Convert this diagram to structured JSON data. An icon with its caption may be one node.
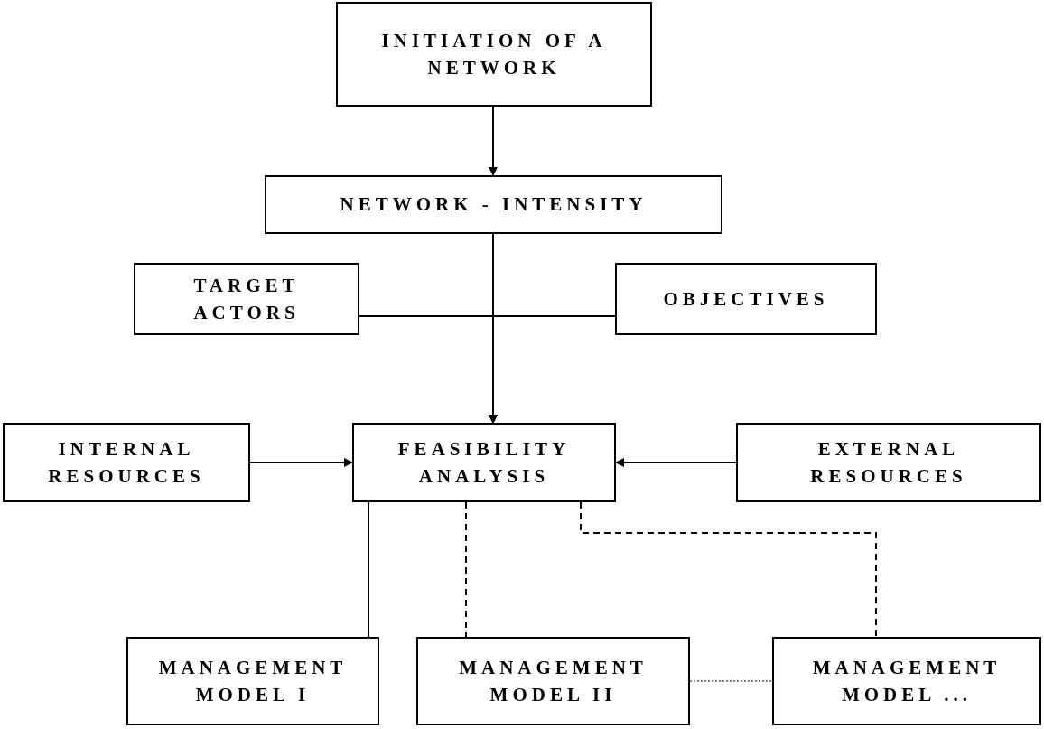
{
  "diagram": {
    "nodes": [
      {
        "text": [
          "INITIATION OF A NETWORK"
        ]
      },
      {
        "text": [
          "NETWORK - INTENSITY"
        ]
      },
      {
        "text": [
          "TARGET ACTORS"
        ]
      },
      {
        "text": [
          "OBJECTIVES"
        ]
      },
      {
        "text": [
          "INTERNAL RESOURCES"
        ]
      },
      {
        "text": [
          "FEASIBILITY ANALYSIS"
        ]
      },
      {
        "text": [
          "EXTERNAL RESOURCES"
        ]
      },
      {
        "text": [
          "MANAGEMENT MODEL I"
        ]
      },
      {
        "text": [
          "MANAGEMENT MODEL II"
        ]
      },
      {
        "text": [
          "MANAGEMENT MODEL ..."
        ]
      }
    ],
    "edges": [
      {
        "from": 0,
        "to": 1,
        "arrow": "to"
      },
      {
        "from": 1,
        "to": 5,
        "arrow": "to"
      },
      {
        "from": 2,
        "to": 5,
        "arrow": "to"
      },
      {
        "from": 3,
        "to": 5,
        "arrow": "to"
      },
      {
        "from": 4,
        "to": 5,
        "arrow": "to"
      },
      {
        "from": 6,
        "to": 5,
        "arrow": "to"
      },
      {
        "from": 5,
        "to": 7,
        "arrow": "none"
      },
      {
        "from": 5,
        "to": 8,
        "arrow": "none",
        "style": "dashed"
      },
      {
        "from": 5,
        "to": 9,
        "arrow": "none",
        "style": "dashed"
      },
      {
        "from": 8,
        "to": 9,
        "arrow": "none",
        "style": "dashed"
      }
    ]
  }
}
